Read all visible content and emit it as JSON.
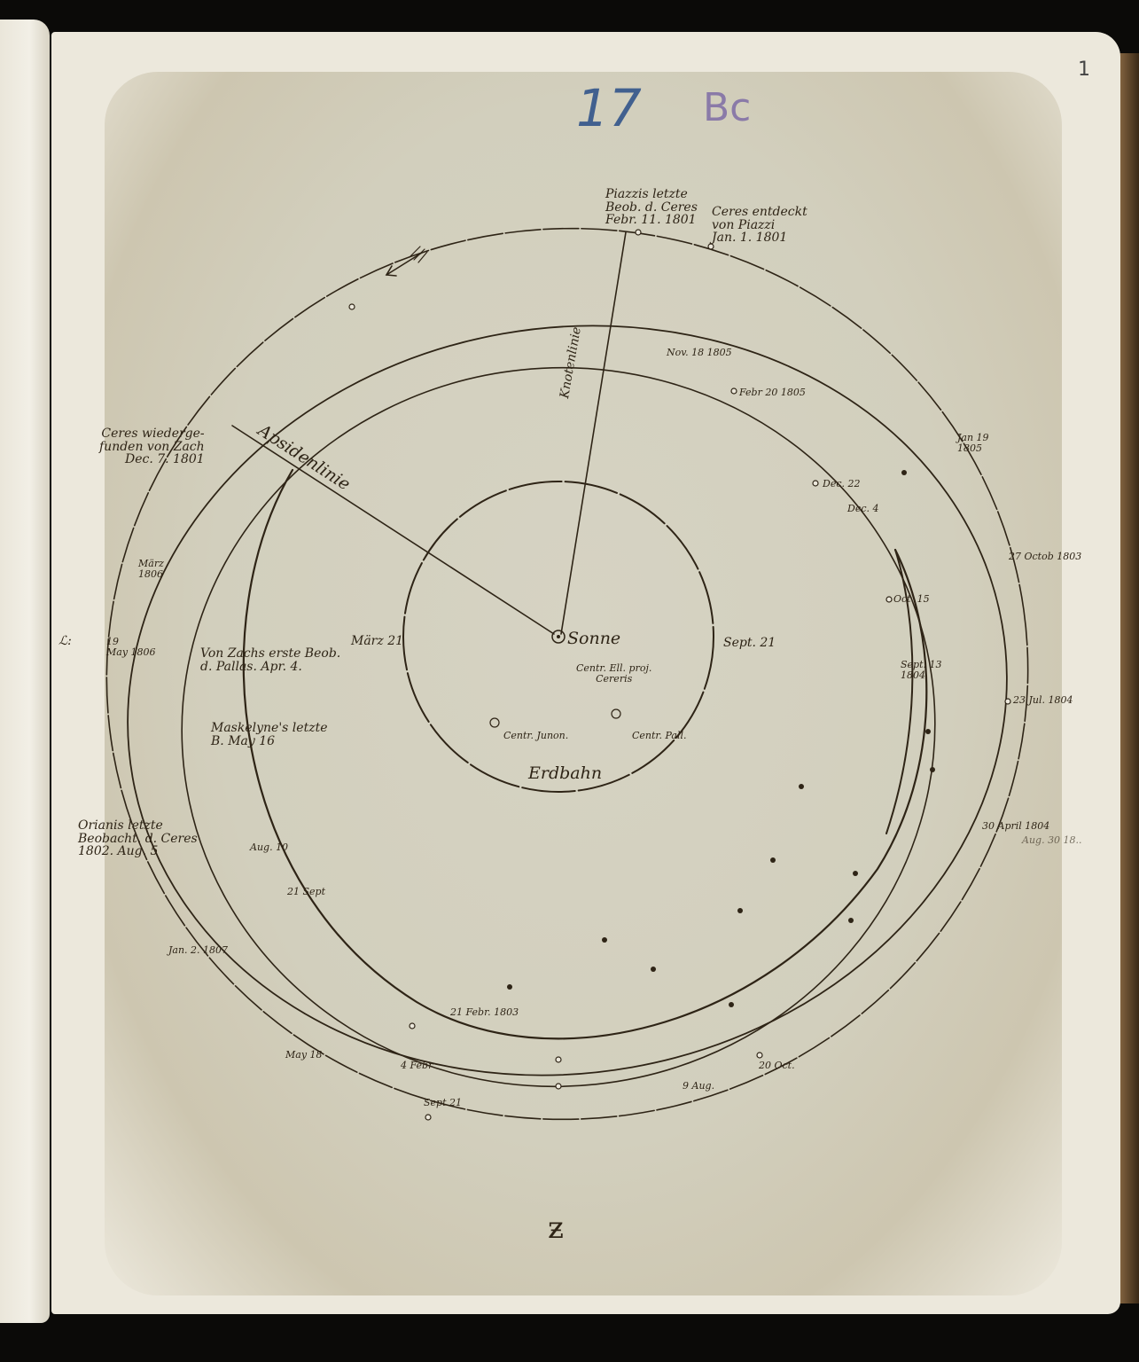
{
  "archive_marks": {
    "shelf_number": "17",
    "shelf_code": "Bc",
    "folio": "1",
    "page_signature": "ƶ"
  },
  "diagram": {
    "title": "Orbits of Ceres and Pallas relative to Earth's orbit",
    "center": {
      "label": "Sonne",
      "icon": "sun-symbol"
    },
    "lines": {
      "node_line": "Knotenlinie",
      "apse_line": "Apsidenlinie"
    },
    "earth_orbit": {
      "label": "Erdbahn",
      "march": "März 21",
      "sept": "Sept. 21"
    },
    "centers": {
      "ceres": [
        "Centr. Ell. proj.",
        "Cereris"
      ],
      "juno": "Centr. Junon.",
      "pallas": "Centr. Pall."
    },
    "direction_arrow": "arrow-counterclockwise",
    "annotations": {
      "piazzi_last": [
        "Piazzis letzte",
        "Beob. d. Ceres",
        "Febr. 11. 1801"
      ],
      "ceres_discovered": [
        "Ceres entdeckt",
        "von Piazzi",
        "Jan. 1. 1801"
      ],
      "ceres_found": [
        "Ceres wiederge-",
        "funden von Zach",
        "Dec. 7. 1801"
      ],
      "zach_pallas": [
        "Von Zachs erste Beob.",
        "d. Pallas. Apr. 4."
      ],
      "maskelyne": [
        "Maskelyne's letzte",
        "B. May 16"
      ],
      "oriani": [
        "Orianis letzte",
        "Beobacht. d. Ceres",
        "1802. Aug. 5"
      ]
    },
    "dates": {
      "nov18": "Nov. 18 1805",
      "febr20": "Febr 20 1805",
      "jan19": [
        "Jan 19",
        "1805"
      ],
      "dec22": "Dec. 22",
      "dec4": "Dec. 4",
      "oct27": "27 Octob 1803",
      "oct15": "Oct. 15",
      "sept13": [
        "Sept. 13",
        "1804"
      ],
      "jul23": "23 Jul. 1804",
      "apr30": "30 April 1804",
      "aug30": "Aug. 30 18..",
      "marz": [
        "März",
        "1806"
      ],
      "may19": [
        "19",
        "May 1806"
      ],
      "aug10": "Aug. 10",
      "sept21": "21 Sept",
      "jan2": "Jan. 2. 1807",
      "febr21": "21 Febr. 1803",
      "may18": "May 18",
      "febr4": "4 Febr",
      "sept21b": "Sept 21",
      "aug9": "9 Aug.",
      "oct20": "20 Oct."
    },
    "left_edge_mark": "ℒ:"
  }
}
